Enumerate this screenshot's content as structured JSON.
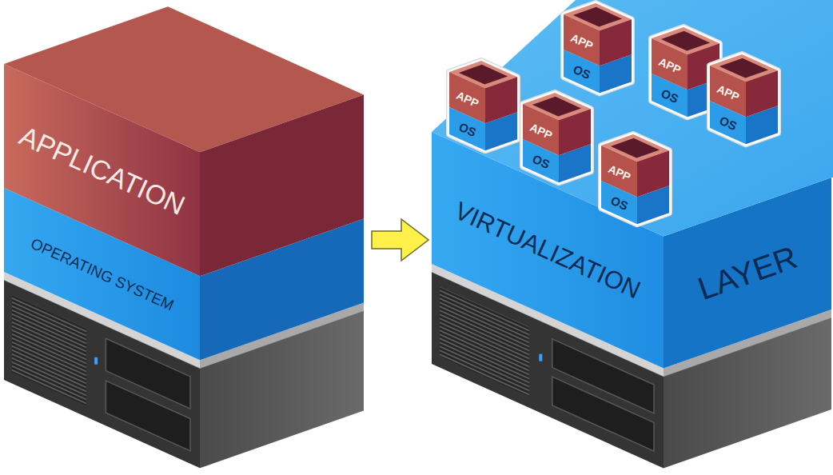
{
  "diagram": {
    "nodes": [
      {
        "text": [
          "APPLICATION"
        ]
      },
      {
        "text": [
          "OPERATING SYSTEM"
        ]
      },
      {
        "text": [
          "VIRTUALIZATION",
          "LAYER"
        ]
      },
      {
        "text": [
          "APP"
        ],
        "in": 2
      },
      {
        "text": [
          "OS"
        ],
        "in": 2
      },
      {
        "text": [
          "APP"
        ],
        "in": 2
      },
      {
        "text": [
          "OS"
        ],
        "in": 2
      },
      {
        "text": [
          "APP"
        ],
        "in": 2
      },
      {
        "text": [
          "OS"
        ],
        "in": 2
      },
      {
        "text": [
          "APP"
        ],
        "in": 2
      },
      {
        "text": [
          "OS"
        ],
        "in": 2
      },
      {
        "text": [
          "APP"
        ],
        "in": 2
      },
      {
        "text": [
          "OS"
        ],
        "in": 2
      },
      {
        "text": [
          "APP"
        ],
        "in": 2
      },
      {
        "text": [
          "OS"
        ],
        "in": 2
      }
    ],
    "edges": [
      {
        "from": 1,
        "to": 2,
        "arrow": "to"
      }
    ]
  }
}
